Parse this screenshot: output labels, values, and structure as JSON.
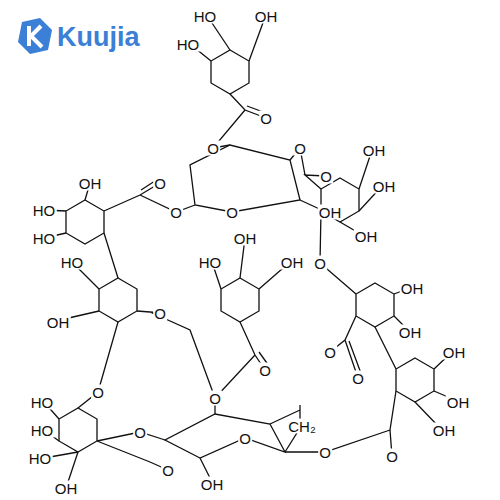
{
  "diagram": {
    "labels": [
      "Kuujia",
      "HO",
      "OH",
      "HO",
      "O",
      "O",
      "OH",
      "HO",
      "HO",
      "O",
      "O",
      "O",
      "OH",
      "O",
      "O",
      "OH",
      "OH",
      "OH",
      "HO",
      "OH",
      "O",
      "HO",
      "OH",
      "OH",
      "O",
      "OH",
      "OH",
      "OH",
      "OH",
      "OH",
      "O",
      "O",
      "O",
      "HO",
      "HO",
      "HO",
      "OH",
      "O",
      "O",
      "O",
      "O",
      "OH",
      "O",
      "CH₂",
      "O",
      "O"
    ]
  }
}
